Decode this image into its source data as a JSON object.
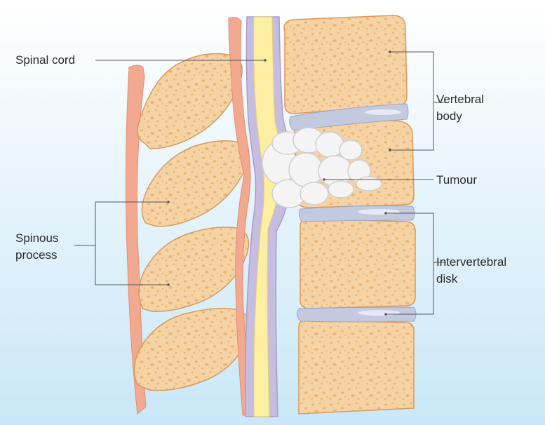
{
  "labels": {
    "spinal_cord": "Spinal cord",
    "spinous_process_line1": "Spinous",
    "spinous_process_line2": "process",
    "vertebral_body_line1": "Vertebral",
    "vertebral_body_line2": "body",
    "tumour": "Tumour",
    "intervertebral_disk_line1": "Intervertebral",
    "intervertebral_disk_line2": "disk"
  },
  "colors": {
    "background_top": "#ffffff",
    "background_bottom": "#c9e7f7",
    "bone_fill": "#f6d3a4",
    "bone_outline": "#d89a59",
    "bone_spots": "#e6a962",
    "disk_fill": "#c3c9df",
    "disk_highlight": "#e6e9f3",
    "cord_yellow": "#fcefa2",
    "cord_lavender": "#c7bde0",
    "ligament_pink": "#f2a98f",
    "tumour_fill": "#f4f4f4",
    "tumour_outline": "#cfcfcf",
    "leader_line": "#555555"
  }
}
